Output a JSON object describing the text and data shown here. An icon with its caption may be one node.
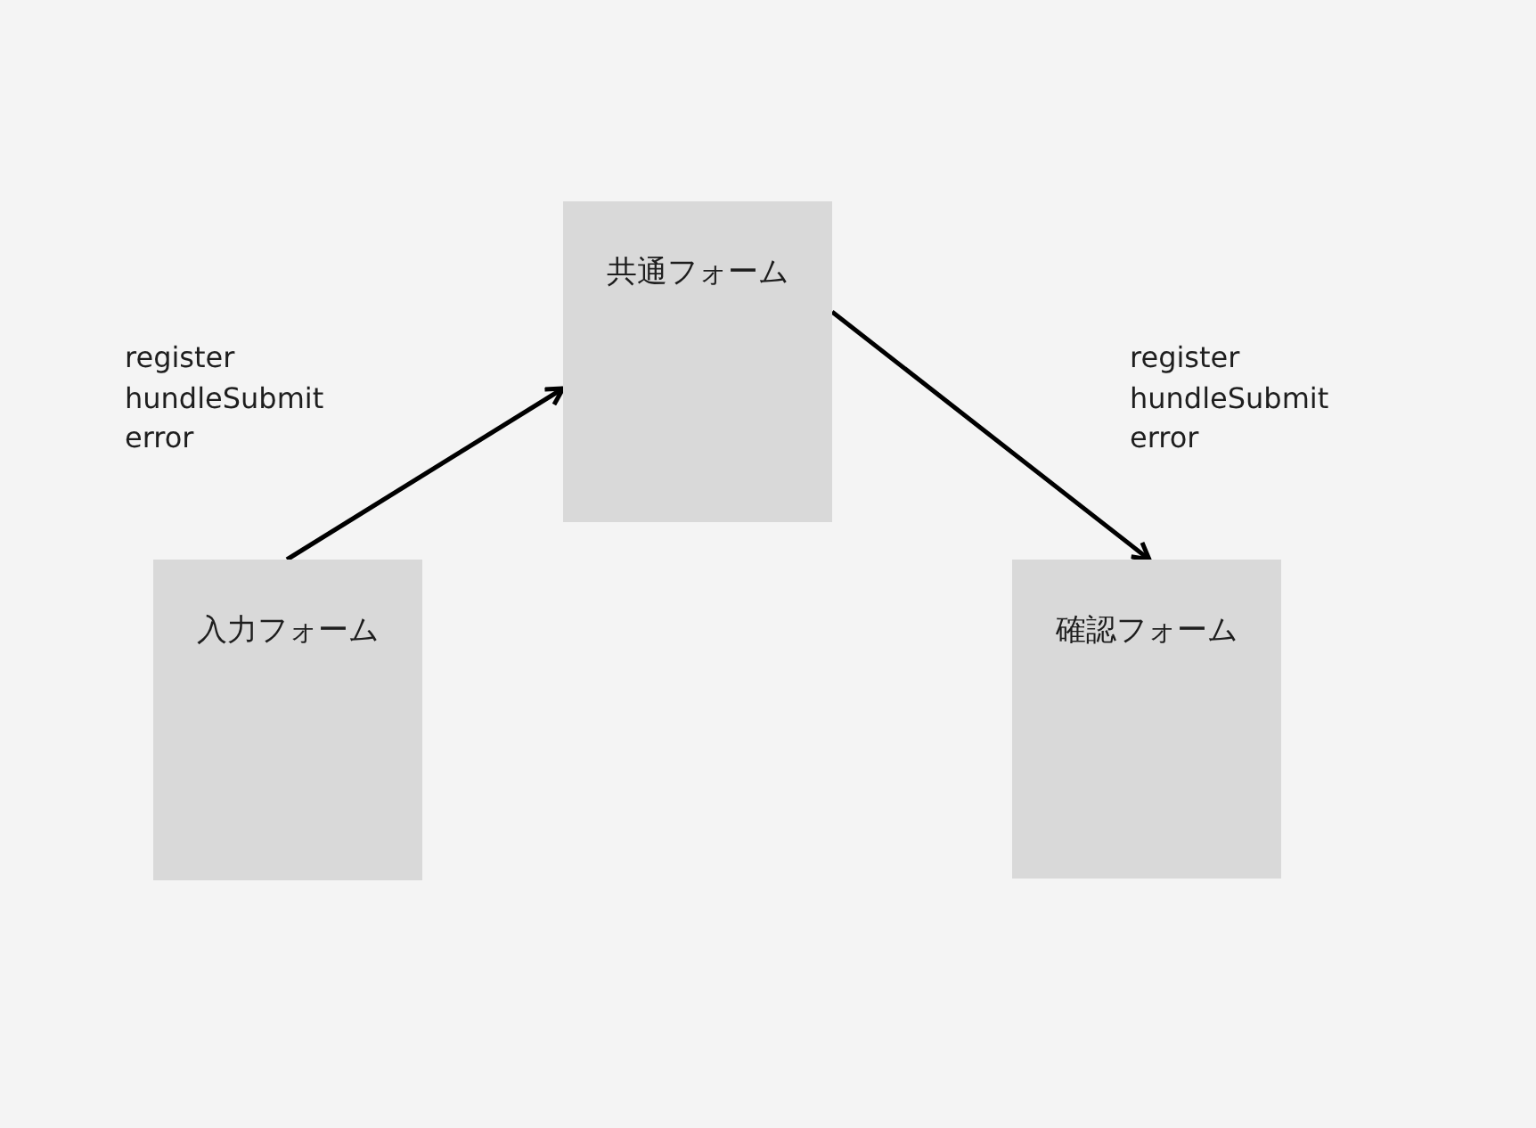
{
  "diagram": {
    "nodes": [
      {
        "text": [
          "共通フォーム"
        ]
      },
      {
        "text": [
          "入力フォーム"
        ]
      },
      {
        "text": [
          "確認フォーム"
        ]
      }
    ],
    "edges": [
      {
        "from": 1,
        "to": 0,
        "arrow": "to",
        "label": "register hundleSubmit error"
      },
      {
        "from": 0,
        "to": 2,
        "arrow": "to",
        "label": "register hundleSubmit error"
      }
    ]
  }
}
